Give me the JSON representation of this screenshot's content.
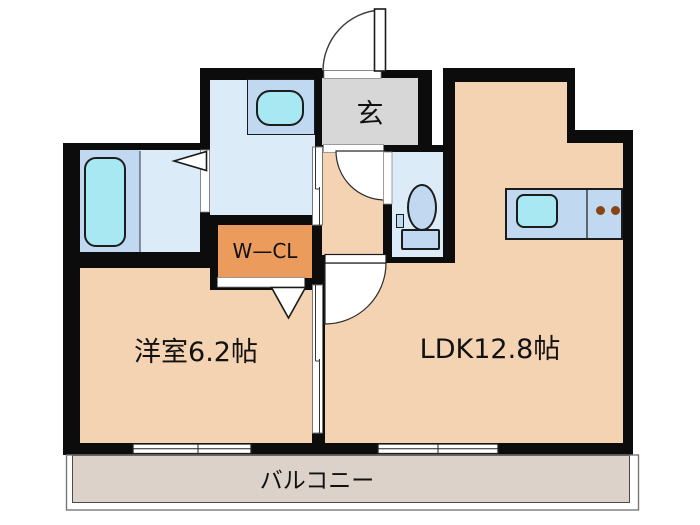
{
  "plan": {
    "name": "apartment-floor-plan",
    "labels": {
      "entrance": "玄",
      "walk_in_closet": "W—CL",
      "western_room": "洋室6.2帖",
      "ldk": "LDK12.8帖",
      "balcony": "バルコニー"
    },
    "colors": {
      "wall": "#0c0c0c",
      "floor": "#f4d3b2",
      "closet": "#eb9c5d",
      "entrance": "#d7d7d7",
      "wet": "#dcebf8",
      "fixture": "#c0d9f1",
      "water": "#a8e8f2",
      "balcony": "#ddd2c9",
      "burner": "#8a4413"
    }
  }
}
